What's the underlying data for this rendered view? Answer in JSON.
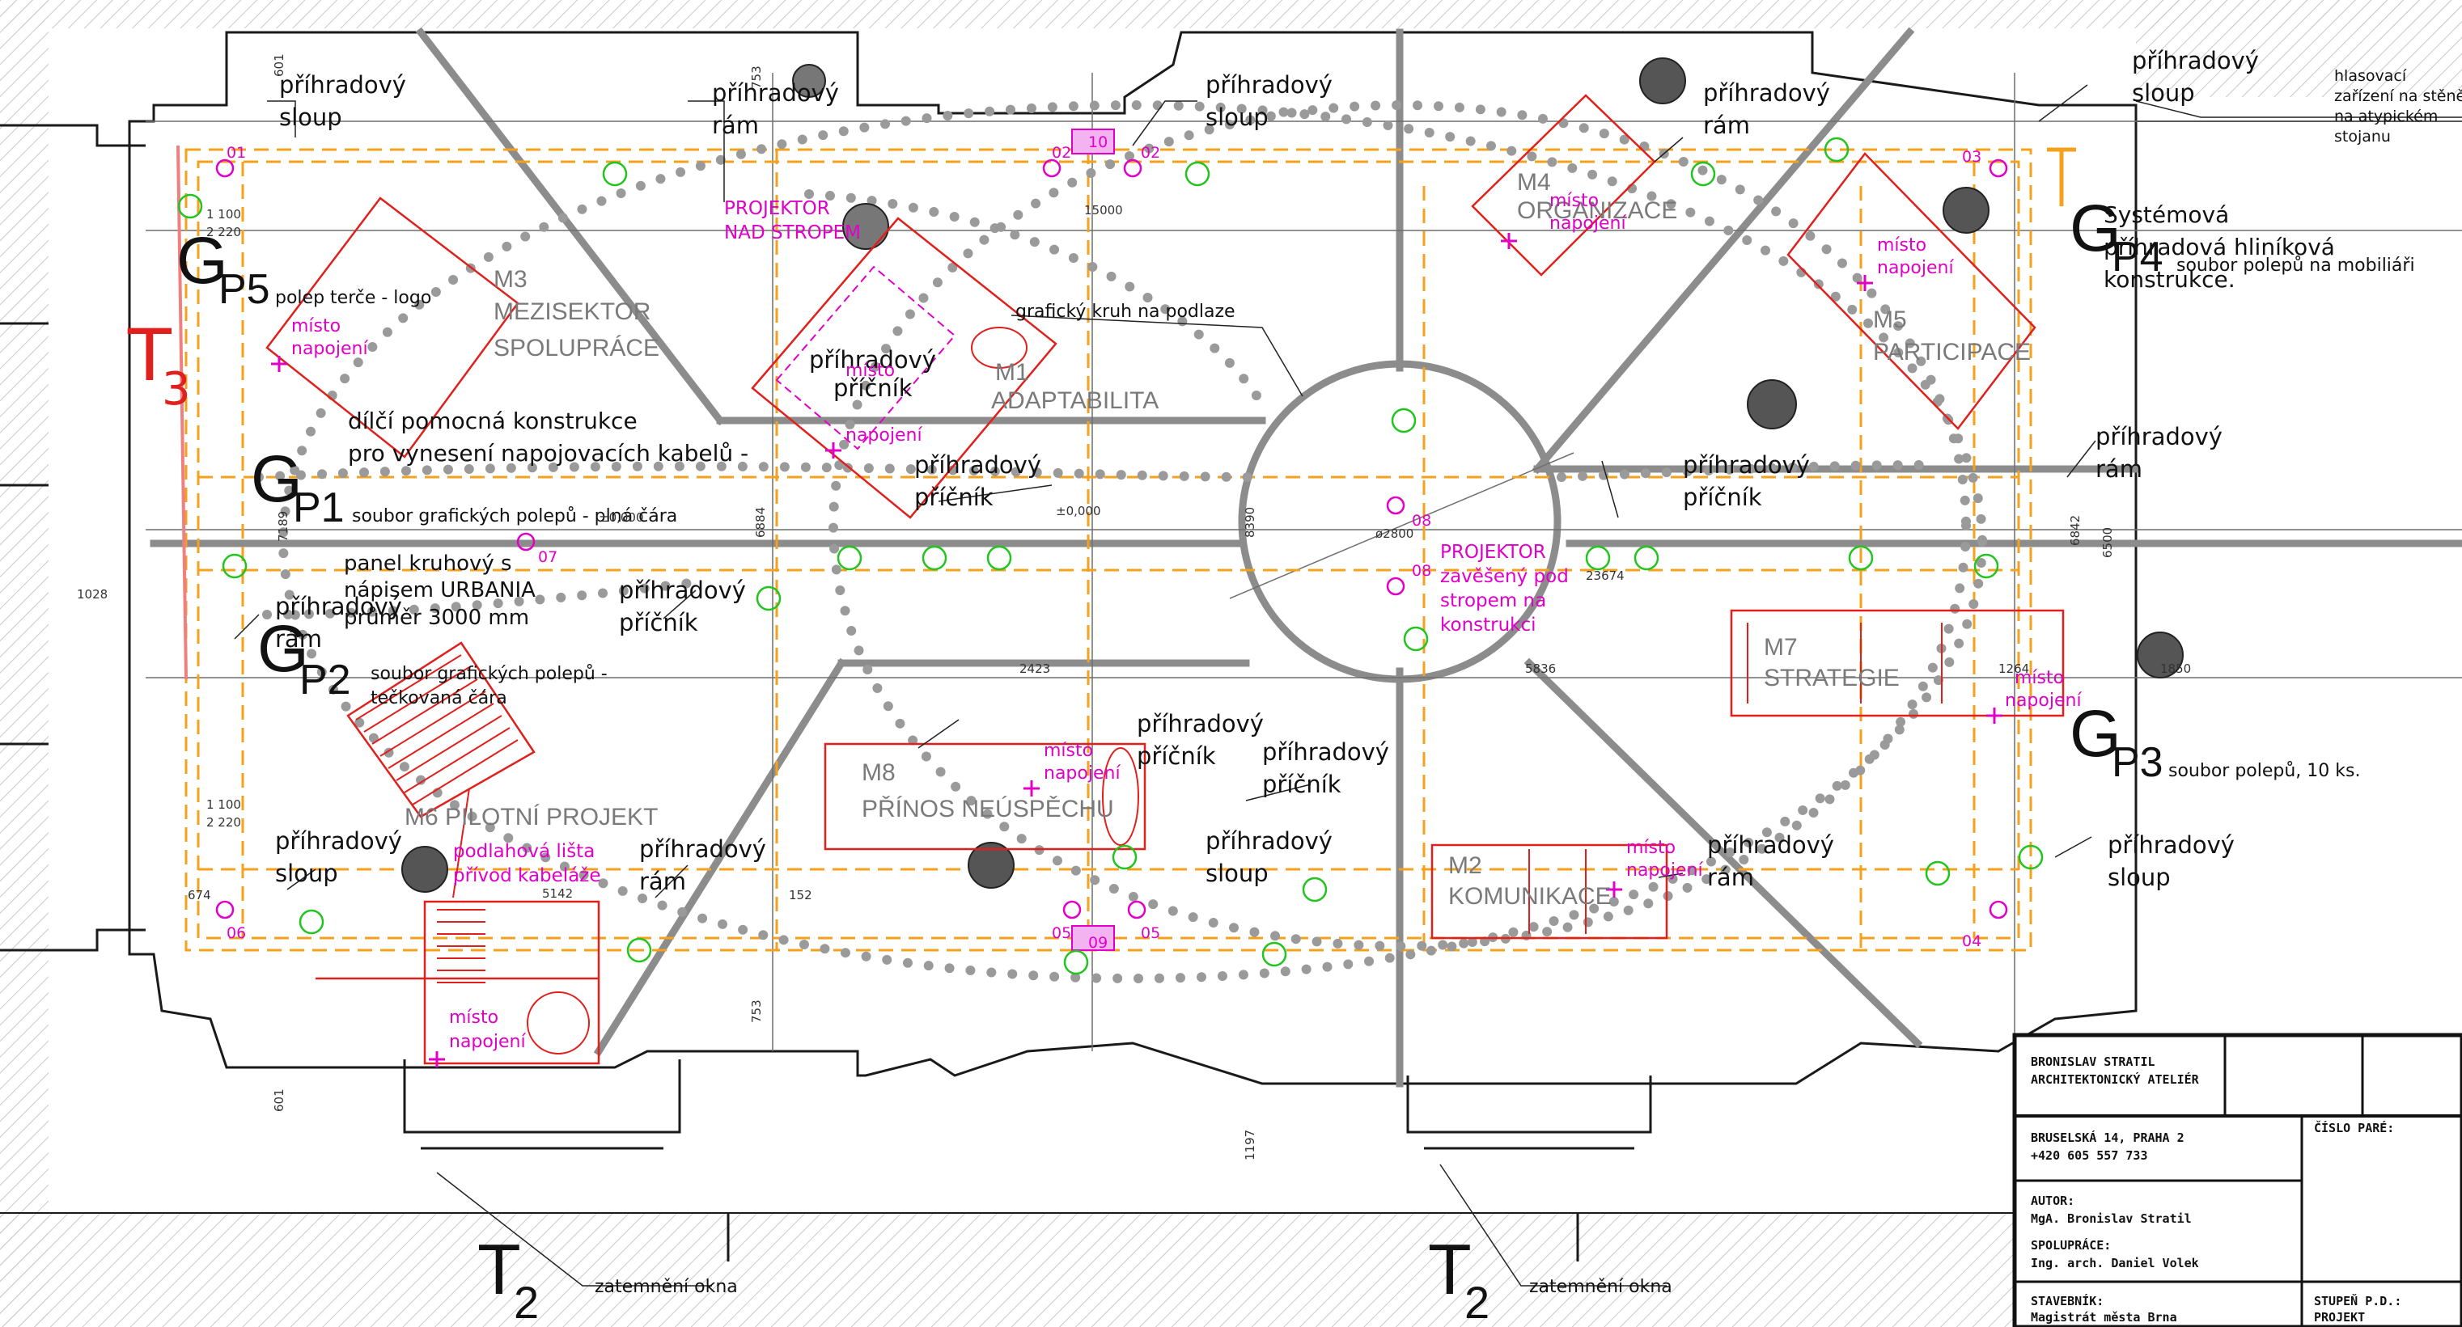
{
  "colors": {
    "wall": "#1a1a1a",
    "grid_grey": "#8c8c8c",
    "orange": "#f5a11c",
    "red": "#e0201c",
    "magenta": "#e000c8",
    "green": "#22c41e",
    "dots": "#9a9a9a"
  },
  "symbols": {
    "G_P5": {
      "main": "G",
      "sub": "P5"
    },
    "G_P1": {
      "main": "G",
      "sub": "P1"
    },
    "G_P2": {
      "main": "G",
      "sub": "P2"
    },
    "G_P3": {
      "main": "G",
      "sub": "P3"
    },
    "G_P4": {
      "main": "G",
      "sub": "P4"
    },
    "T3": {
      "main": "T",
      "sub": "3"
    },
    "T1": "T",
    "T2_left": {
      "main": "T",
      "sub": "2"
    },
    "T2_right": {
      "main": "T",
      "sub": "2"
    }
  },
  "modules": {
    "m1": {
      "line1": "M1",
      "line2": "ADAPTABILITA"
    },
    "m2": {
      "line1": "M2",
      "line2": "KOMUNIKACE"
    },
    "m3": {
      "line1": "M3",
      "line2": "MEZISEKTOR",
      "line3": "SPOLUPRÁCE"
    },
    "m4": {
      "line1": "M4",
      "line2": "ORGANIZACE"
    },
    "m5": {
      "line1": "M5",
      "line2": "PARTICIPACE"
    },
    "m6": {
      "line1": "M6 PILOTNÍ PROJEKT"
    },
    "m7": {
      "line1": "M7",
      "line2": "STRATEGIE"
    },
    "m8": {
      "line1": "M8",
      "line2": "PŘÍNOS NEÚSPĚCHU"
    }
  },
  "annotations": {
    "sloup_a": "příhradový",
    "sloup_b": "sloup",
    "ram_a": "příhradový",
    "ram_b": "rám",
    "pricnik_a": "příhradový",
    "pricnik_b": "příčník",
    "polep_terce": "polep terče - logo",
    "dilci_1": "dílčí pomocná konstrukce",
    "dilci_2": "pro vynesení napojovacích kabelů -",
    "soubor_plna": "soubor grafických polepů - plná čára",
    "panel_1": "panel kruhový s",
    "panel_2": "nápisem URBANIA",
    "panel_3": "průměr 3000 mm",
    "soubor_teckovana_1": "soubor grafických polepů -",
    "soubor_teckovana_2": "tečkovaná čára",
    "graficky_kruh": "grafický kruh na podlaze",
    "hlasovaci_1": "hlasovací",
    "hlasovaci_2": "zařízení na stěně",
    "hlasovaci_3": "na atypickém",
    "hlasovaci_4": "stojanu",
    "systemova_1": "Systémová",
    "systemova_2": "příhradová hliníková",
    "systemova_3": "konstrukce.",
    "soubor_mobiliar": "soubor polepů na mobiliáři",
    "soubor_10ks": "soubor polepů, 10 ks.",
    "zatemneni": "zatemnění okna",
    "projektor_nad_1": "PROJEKTOR",
    "projektor_nad_2": "NAD STROPEM",
    "projektor_zav_1": "PROJEKTOR",
    "projektor_zav_2": "zavěšený pod",
    "projektor_zav_3": "stropem na",
    "projektor_zav_4": "konstrukci",
    "misto_1": "místo",
    "misto_2": "napojení",
    "podlahova_1": "podlahová lišta",
    "podlahova_2": "přívod kabeláže"
  },
  "dimensions": {
    "d601a": "601",
    "d601b": "601",
    "d753a": "753",
    "d753b": "753",
    "d15000": "15000",
    "d8390": "8390",
    "d6842": "6842",
    "d6500": "6500",
    "d1028": "1028",
    "d7189": "7189",
    "d6884": "6884",
    "d2423": "2423",
    "d5836": "5836",
    "d1264": "1264",
    "d1850": "1850",
    "d5142": "5142",
    "d674": "674",
    "d152": "152",
    "d1197": "1197",
    "d23674": "23674",
    "d2800": "ø2800",
    "level1": "±0,000",
    "level2": "±0,000",
    "s1100a": "1 100",
    "s2220a": "2 220",
    "s1100b": "1 100",
    "s2220b": "2 220"
  },
  "markers": [
    "01",
    "02",
    "02",
    "03",
    "04",
    "05",
    "05",
    "06",
    "07",
    "08",
    "08",
    "09",
    "10"
  ],
  "title_block": {
    "firm_1": "BRONISLAV STRATIL",
    "firm_2": "ARCHITEKTONICKÝ ATELIÉR",
    "address_1": "BRUSELSKÁ 14, PRAHA 2",
    "address_2": "+420 605 557 733",
    "copy_label": "ČÍSLO PARÉ:",
    "author_label": "AUTOR:",
    "author": "MgA. Bronislav Stratil",
    "coop_label": "SPOLUPRÁCE:",
    "coop": "Ing. arch. Daniel Volek",
    "builder_label": "STAVEBNÍK:",
    "builder": "Magistrát města Brna",
    "stage_label": "STUPEŇ P.D.:",
    "stage": "PROJEKT"
  }
}
